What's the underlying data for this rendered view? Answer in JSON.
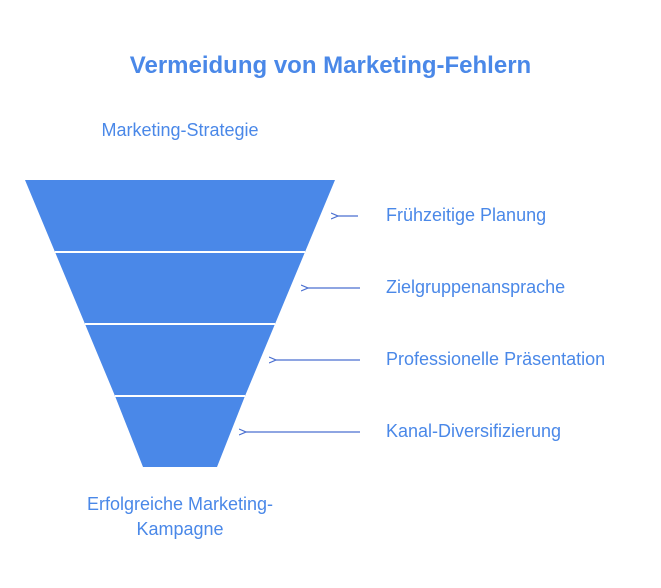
{
  "title": "Vermeidung von Marketing-Fehlern",
  "top_label": "Marketing-Strategie",
  "bottom_label": {
    "line1": "Erfolgreiche Marketing-",
    "line2": "Kampagne"
  },
  "stages": [
    {
      "label": "Frühzeitige Planung"
    },
    {
      "label": "Zielgruppenansprache"
    },
    {
      "label": "Professionelle Präsentation"
    },
    {
      "label": "Kanal-Diversifizierung"
    }
  ],
  "colors": {
    "accent": "#4a88e8",
    "funnel_fill": "#4a88e8",
    "arrow": "#4a6fd0",
    "divider": "#ffffff"
  }
}
